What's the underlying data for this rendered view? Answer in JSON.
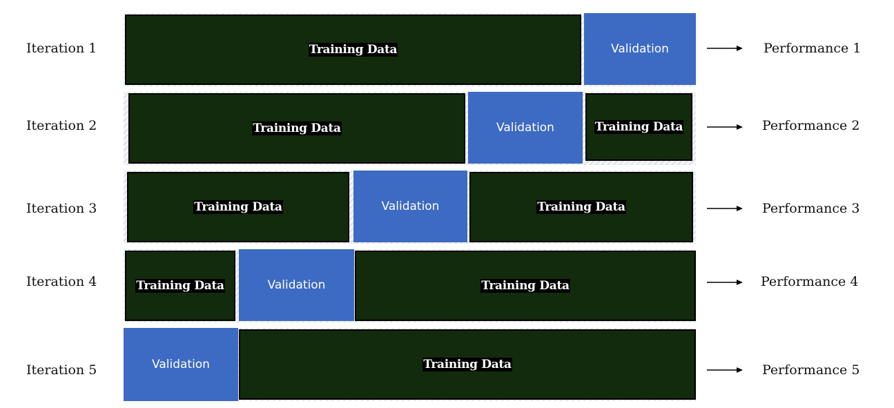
{
  "labels": {
    "training": "Training Data",
    "validation": "Validation"
  },
  "rows": [
    {
      "iteration": "Iteration 1",
      "performance": "Performance 1"
    },
    {
      "iteration": "Iteration 2",
      "performance": "Performance 2"
    },
    {
      "iteration": "Iteration 3",
      "performance": "Performance 3"
    },
    {
      "iteration": "Iteration 4",
      "performance": "Performance 4"
    },
    {
      "iteration": "Iteration 5",
      "performance": "Performance 5"
    }
  ],
  "colors": {
    "training": "#122b0c",
    "validation": "#3d6ac2",
    "text": "#111111"
  }
}
